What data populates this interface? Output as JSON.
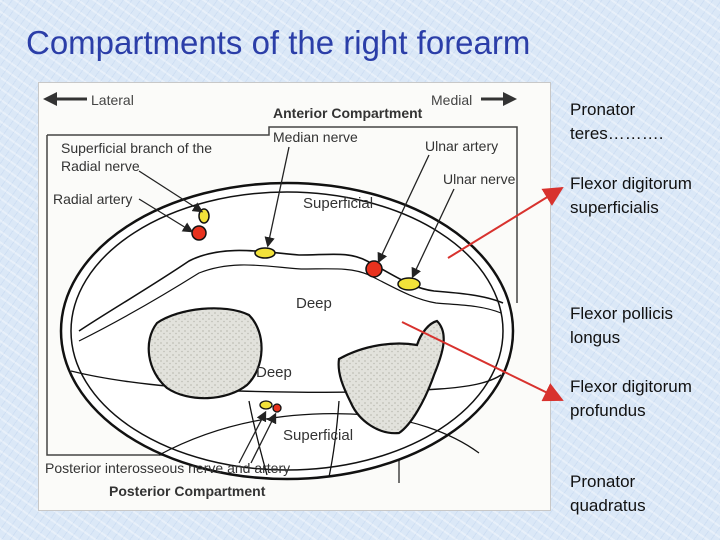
{
  "slide": {
    "title": "Compartments of the right forearm"
  },
  "diagram": {
    "lateral_label": "Lateral",
    "medial_label": "Medial",
    "anterior_compartment": "Anterior Compartment",
    "posterior_compartment": "Posterior Compartment",
    "median_nerve": "Median nerve",
    "ulnar_artery": "Ulnar artery",
    "superficial_branch_line1": "Superficial branch of the",
    "superficial_branch_line2": "Radial nerve",
    "ulnar_nerve": "Ulnar nerve",
    "radial_artery": "Radial artery",
    "superficial_anterior": "Superficial",
    "deep_anterior": "Deep",
    "deep_posterior": "Deep",
    "superficial_posterior": "Superficial",
    "posterior_interosseous": "Posterior interosseous nerve and artery",
    "colors": {
      "nerve": "#f2e23a",
      "artery": "#e8321e",
      "pointer_arrow": "#d8322e",
      "bone": "#d9d9d4"
    }
  },
  "muscles": {
    "pronator_teres": "Pronator teres……….",
    "flexor_digitorum_superficialis": "Flexor digitorum superficialis",
    "flexor_pollicis_longus": "Flexor pollicis longus",
    "flexor_digitorum_profundus": "Flexor digitorum profundus",
    "pronator_quadratus": "Pronator quadratus"
  }
}
